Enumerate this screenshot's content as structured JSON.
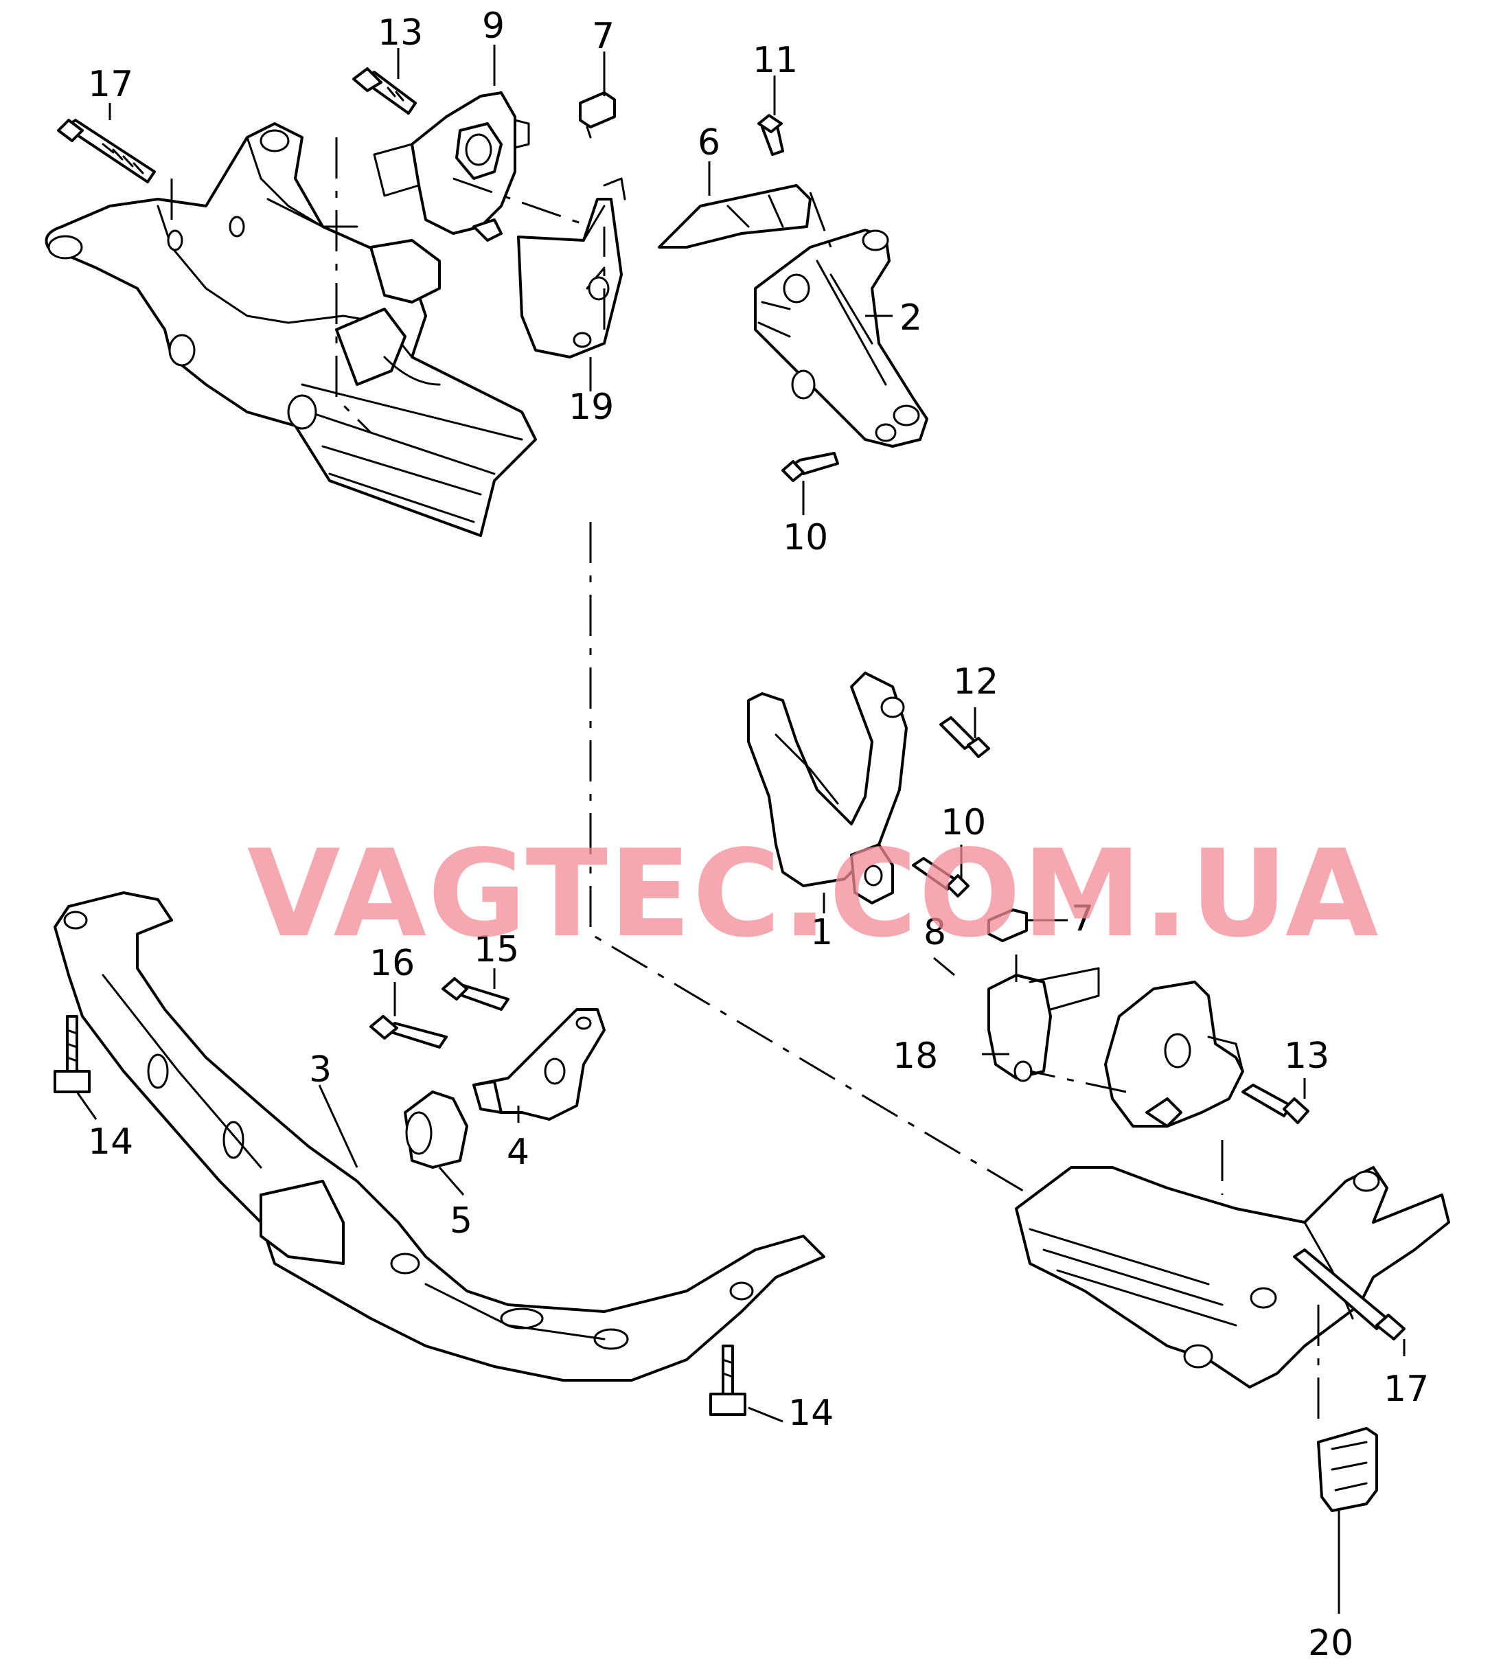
{
  "watermark": "VAGTEC.COM.UA",
  "callouts": {
    "c1": "1",
    "c2": "2",
    "c3": "3",
    "c4": "4",
    "c5": "5",
    "c6": "6",
    "c7a": "7",
    "c7b": "7",
    "c8": "8",
    "c9": "9",
    "c10a": "10",
    "c10b": "10",
    "c11": "11",
    "c12": "12",
    "c13a": "13",
    "c13b": "13",
    "c14a": "14",
    "c14b": "14",
    "c15": "15",
    "c16": "16",
    "c17a": "17",
    "c17b": "17",
    "c18": "18",
    "c19": "19",
    "c20": "20"
  },
  "colors": {
    "line": "#000000",
    "watermark": "#f48a95",
    "background": "#ffffff"
  }
}
